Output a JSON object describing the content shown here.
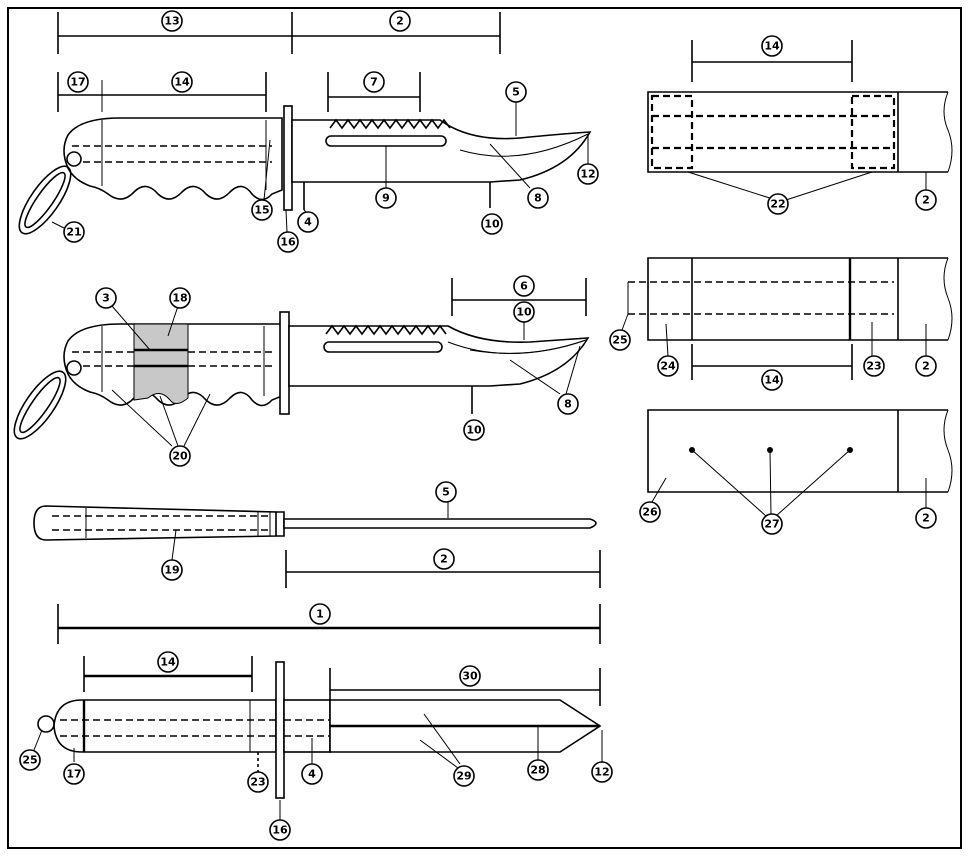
{
  "callouts": {
    "n1": "1",
    "n2": "2",
    "n3": "3",
    "n4": "4",
    "n5": "5",
    "n6": "6",
    "n7": "7",
    "n8": "8",
    "n9": "9",
    "n10": "10",
    "n12": "12",
    "n13": "13",
    "n14": "14",
    "n15": "15",
    "n16": "16",
    "n17": "17",
    "n18": "18",
    "n19": "19",
    "n20": "20",
    "n21": "21",
    "n22": "22",
    "n23": "23",
    "n24": "24",
    "n25": "25",
    "n26": "26",
    "n27": "27",
    "n28": "28",
    "n29": "29",
    "n30": "30"
  },
  "colors": {
    "line": "#000000",
    "background": "#ffffff",
    "shaded": "#c8c8c8"
  }
}
